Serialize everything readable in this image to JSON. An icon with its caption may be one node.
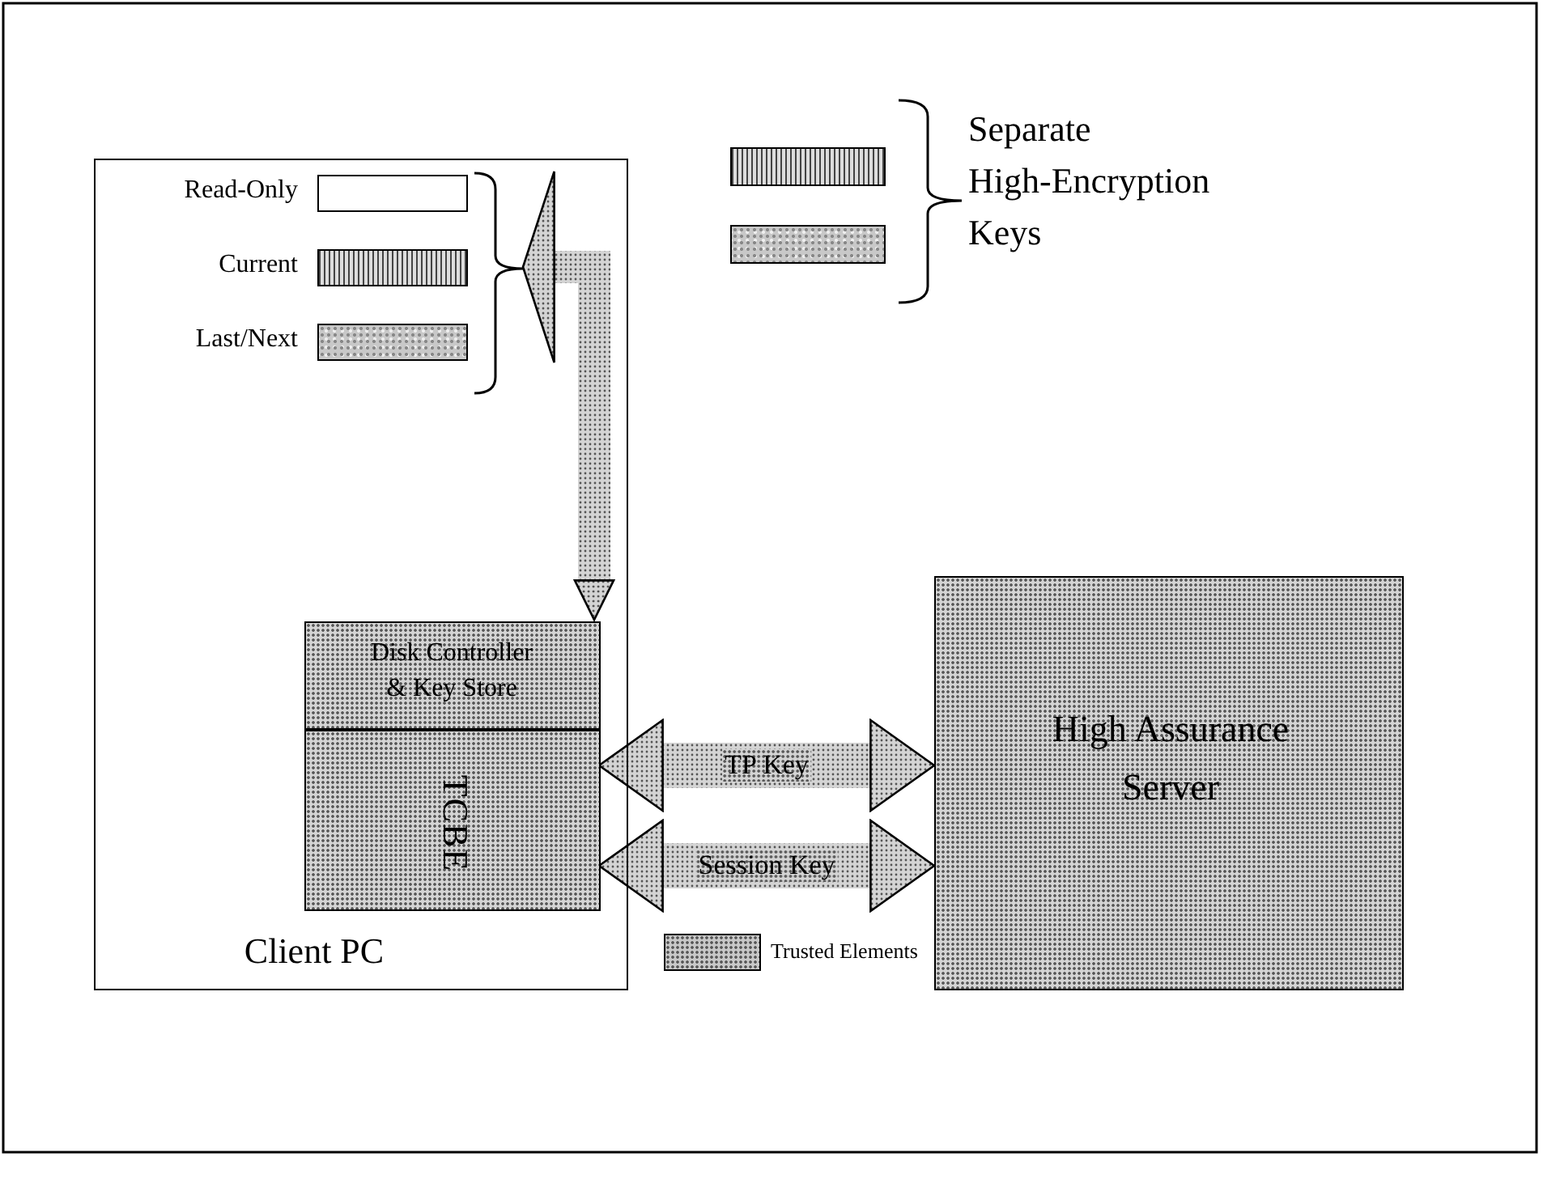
{
  "diagram": {
    "nodes": [
      {
        "text": [
          "Client PC"
        ]
      },
      {
        "text": [],
        "shape": "bar",
        "beside": [
          "Read-Only"
        ],
        "in": 0
      },
      {
        "text": [],
        "shape": "bar",
        "beside": [
          "Current"
        ],
        "in": 0
      },
      {
        "text": [],
        "shape": "bar",
        "beside": [
          "Last/Next"
        ],
        "in": 0
      },
      {
        "text": [],
        "shape": "brace",
        "in": 0
      },
      {
        "text": [
          "Disk Controller & Key Store"
        ],
        "in": 0
      },
      {
        "text": [
          "TCBE"
        ],
        "in": 0
      },
      {
        "text": [],
        "shape": "bar"
      },
      {
        "text": [],
        "shape": "bar"
      },
      {
        "text": [
          "High Assurance Server"
        ]
      }
    ],
    "edges": [
      {
        "from": 4,
        "to": 5,
        "arrow": "both"
      },
      {
        "from": 6,
        "to": 9,
        "label": "TP Key",
        "arrow": "both"
      },
      {
        "from": 6,
        "to": 9,
        "label": "Session Key",
        "arrow": "both"
      }
    ],
    "labels": [
      "Separate High-Encryption Keys"
    ],
    "legend": [
      {
        "text": "Trusted Elements",
        "color": "#c8c8c8"
      }
    ]
  }
}
